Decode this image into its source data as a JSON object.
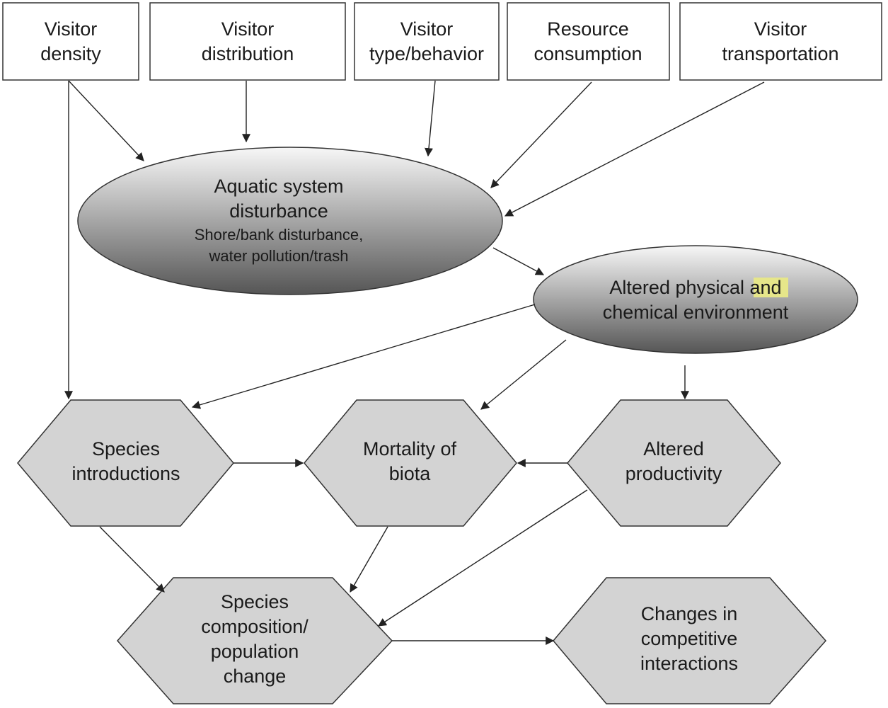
{
  "drivers": [
    {
      "id": "visitor_density",
      "lines": [
        "Visitor",
        "density"
      ]
    },
    {
      "id": "visitor_distribution",
      "lines": [
        "Visitor",
        "distribution"
      ]
    },
    {
      "id": "visitor_type",
      "lines": [
        "Visitor",
        "type/behavior"
      ]
    },
    {
      "id": "resource_consumption",
      "lines": [
        "Resource",
        "consumption"
      ]
    },
    {
      "id": "visitor_transportation",
      "lines": [
        "Visitor",
        "transportation"
      ]
    }
  ],
  "disturbance": {
    "title_1": "Aquatic system",
    "title_2": "disturbance",
    "detail_1": "Shore/bank disturbance,",
    "detail_2": "water pollution/trash"
  },
  "altered_environment": {
    "line_1_a": "Altered physical ",
    "line_1_b": "and",
    "line_2": "chemical environment"
  },
  "effects": [
    {
      "id": "species_introductions",
      "lines": [
        "Species",
        "introductions"
      ]
    },
    {
      "id": "mortality",
      "lines": [
        "Mortality of",
        "biota"
      ]
    },
    {
      "id": "altered_productivity",
      "lines": [
        "Altered",
        "productivity"
      ]
    },
    {
      "id": "species_composition",
      "lines": [
        "Species",
        "composition/",
        "population",
        "change"
      ]
    },
    {
      "id": "competitive_interactions",
      "lines": [
        "Changes in",
        "competitive",
        "interactions"
      ]
    }
  ],
  "colors": {
    "box_fill": "#ffffff",
    "hex_fill": "#d3d3d3",
    "ellipse_light": "#f7f7f7",
    "ellipse_dark": "#555555",
    "stroke": "#333333",
    "highlight": "#e6e68a"
  }
}
